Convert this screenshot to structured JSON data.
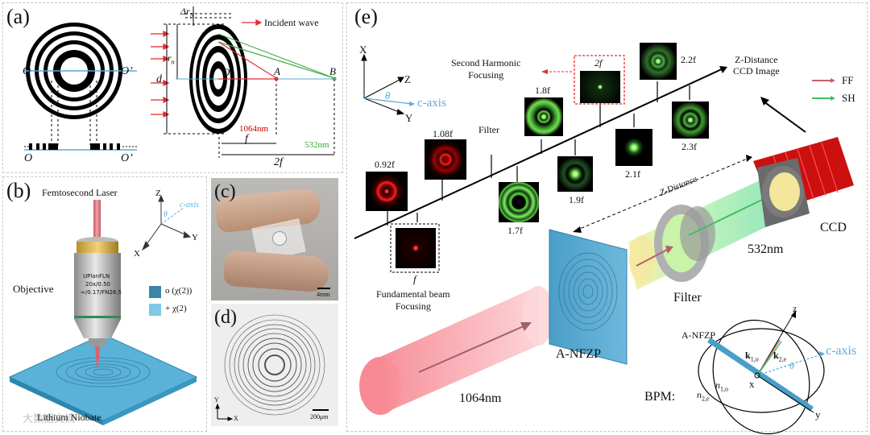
{
  "panels": {
    "a": {
      "label": "(a)"
    },
    "b": {
      "label": "(b)"
    },
    "c": {
      "label": "(c)"
    },
    "d": {
      "label": "(d)"
    },
    "e": {
      "label": "(e)"
    }
  },
  "panel_a": {
    "O_left": "O",
    "O_prime_left": "O’",
    "O_bottom": "O",
    "O_prime_bottom": "O’",
    "delta_r": "Δr",
    "delta_r_sub": "N",
    "r": "r",
    "r_sub": "n",
    "d": "d",
    "O_right": "O",
    "A": "A",
    "B": "B",
    "incident_wave": "Incident wave",
    "wl_1064": "1064nm",
    "wl_532": "532nm",
    "f": "f",
    "two_f": "2f",
    "colors": {
      "incident": "#e03030",
      "red_ray": "#e03030",
      "green_ray": "#4caf50",
      "wl_1064": "#cc0000",
      "wl_532": "#33aa33"
    }
  },
  "panel_b": {
    "laser": "Femtosecond Laser",
    "objective": "Objective",
    "lens_text": [
      "UPlanFLN",
      "20x/0.50",
      "∞/0.17/FN26.5"
    ],
    "legend": [
      {
        "text": "o (χ(2))",
        "color": "#3a86a8"
      },
      {
        "text": "+ χ(2)",
        "color": "#7ec8e8"
      }
    ],
    "crystal": "Lithium Niobate",
    "axes": {
      "z": "Z",
      "y": "Y",
      "x": "X",
      "c": "c-axis",
      "theta": "θ"
    }
  },
  "panel_c": {
    "scale": "4mm"
  },
  "panel_d": {
    "scale": "200μm",
    "y": "Y",
    "x": "X"
  },
  "panel_e": {
    "axes": {
      "x": "X",
      "z": "Z",
      "y": "Y",
      "c": "c-axis",
      "theta": "θ"
    },
    "second_harmonic": "Second Harmonic\nFocusing",
    "filter_top": "Filter",
    "fundamental": "Fundamental beam\nFocusing",
    "z_distance_ccd": "Z-Distance\nCCD Image",
    "legend": [
      {
        "text": "FF",
        "color": "#c06070"
      },
      {
        "text": "SH",
        "color": "#40c060"
      }
    ],
    "z_distance": "Z-Distance",
    "ccd": "CCD",
    "wl_532": "532nm",
    "wl_1064": "1064nm",
    "filter": "Filter",
    "anfzp": "A-NFZP",
    "bpm": "BPM:",
    "bpm_anfzp": "A-NFZP",
    "bpm_labels": {
      "z": "z",
      "y": "y",
      "x": "x",
      "c": "c-axis",
      "theta": "θ",
      "k1": "k",
      "k1_sub": "1,o",
      "k2": "k",
      "k2_sub": "2,e",
      "n1": "n",
      "n1_sub": "1,o",
      "n2": "n",
      "n2_sub": "2,e"
    },
    "tiles": [
      {
        "label": "0.92f",
        "color": "red"
      },
      {
        "label": "f",
        "color": "red"
      },
      {
        "label": "1.08f",
        "color": "red"
      },
      {
        "label": "1.7f",
        "color": "green"
      },
      {
        "label": "1.8f",
        "color": "green"
      },
      {
        "label": "1.9f",
        "color": "green"
      },
      {
        "label": "2f",
        "color": "green"
      },
      {
        "label": "2.1f",
        "color": "green"
      },
      {
        "label": "2.2f",
        "color": "green"
      },
      {
        "label": "2.3f",
        "color": "green"
      }
    ]
  },
  "watermark": "大数据文摘"
}
